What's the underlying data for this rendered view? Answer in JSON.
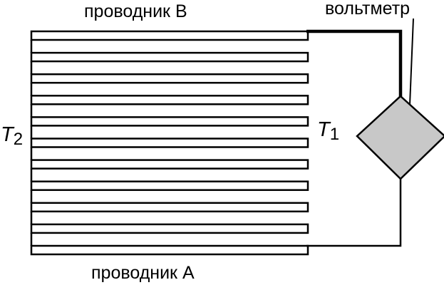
{
  "labels": {
    "conductor_b": "проводник B",
    "conductor_a": "проводник A",
    "voltmeter": "вольтметр",
    "t2_symbol": "T",
    "t2_subscript": "2",
    "t1_symbol": "T",
    "t1_subscript": "1"
  },
  "thermocouple": {
    "junction_count": 10
  },
  "colors": {
    "line": "#000000",
    "voltmeter_fill": "#c8c8c8",
    "background": "#ffffff"
  }
}
